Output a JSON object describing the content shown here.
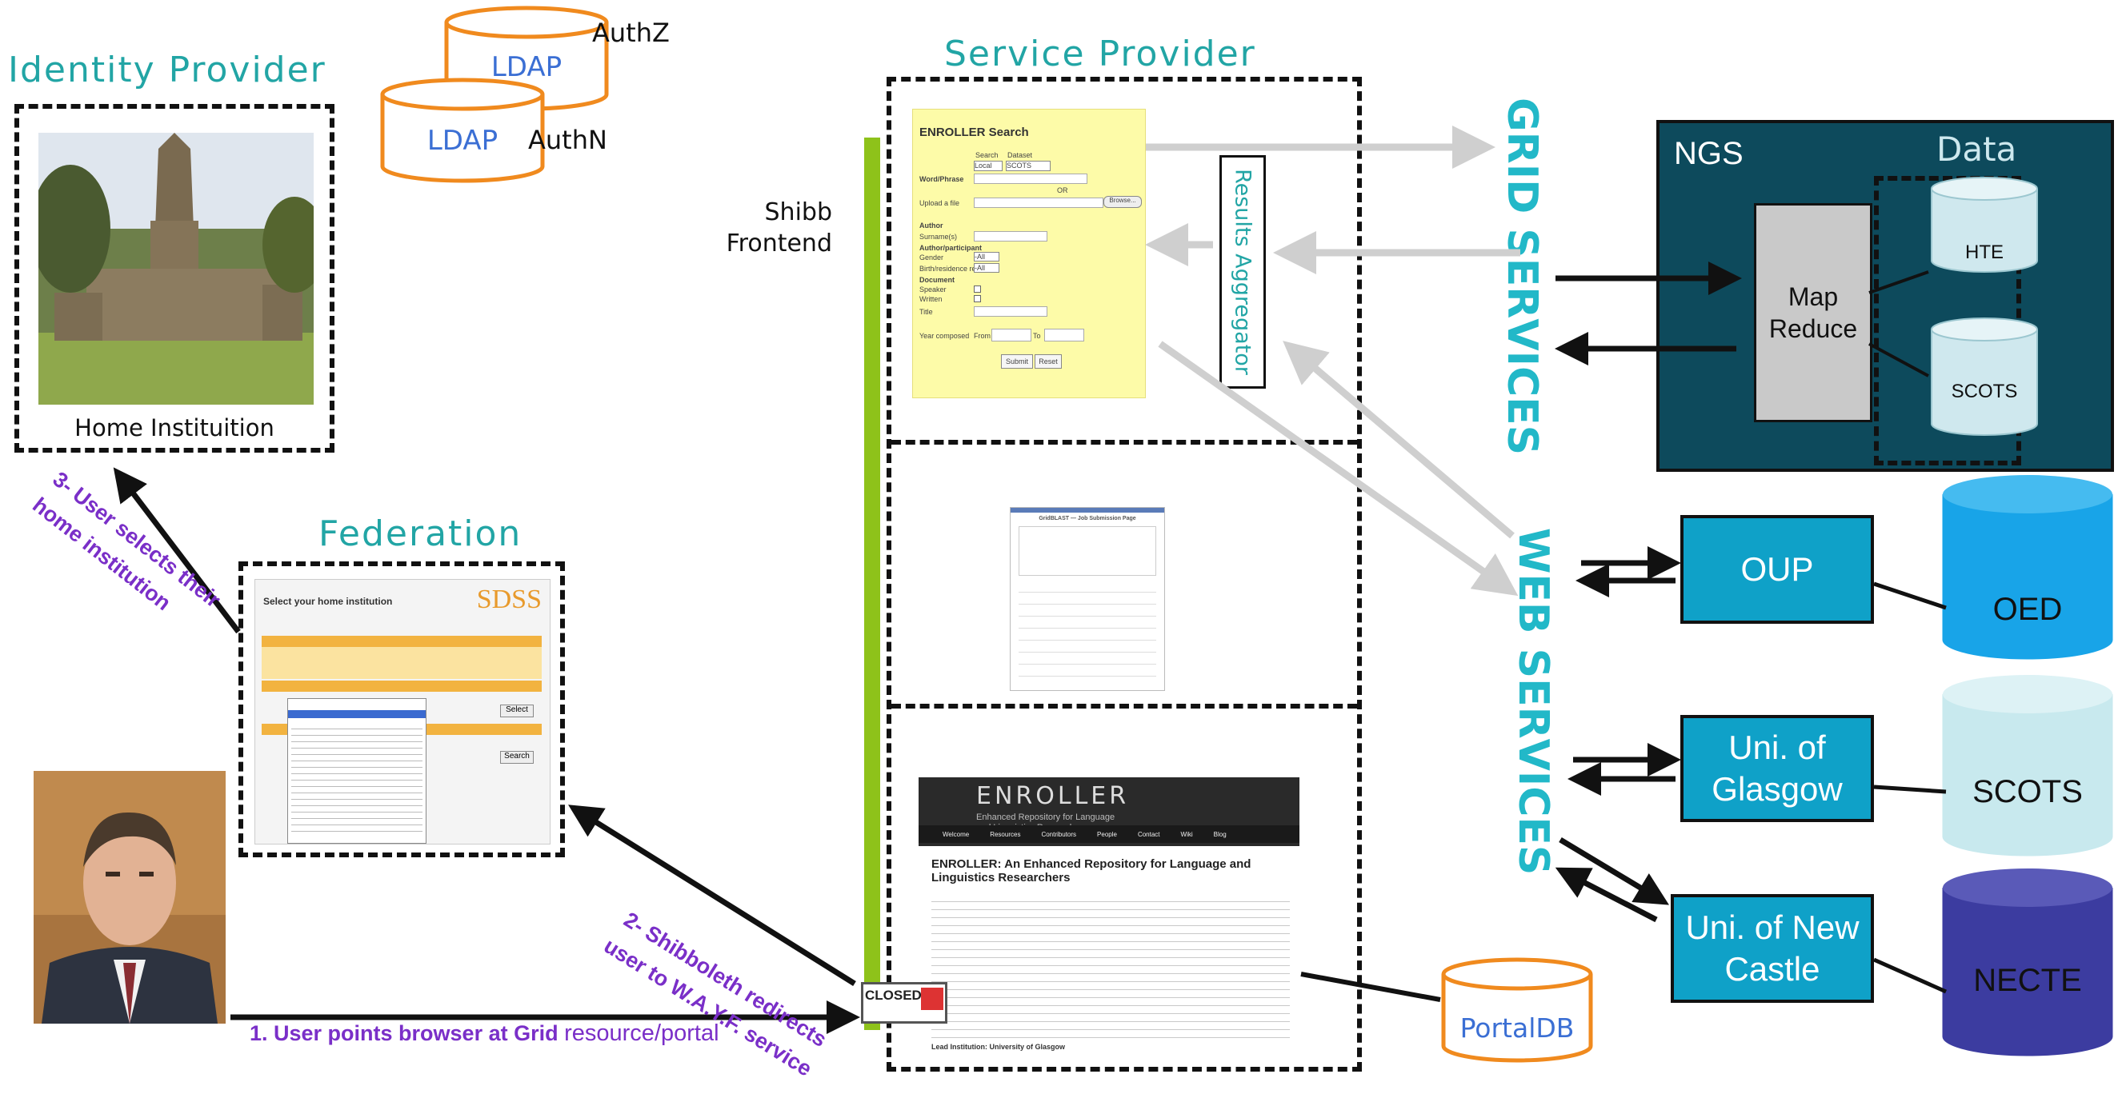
{
  "identity_provider": {
    "title": "Identity Provider",
    "caption": "Home Instituition"
  },
  "ldap": {
    "authz_db": "LDAP",
    "authz_label": "AuthZ",
    "authn_db": "LDAP",
    "authn_label": "AuthN"
  },
  "federation": {
    "title": "Federation",
    "screenshot": {
      "heading": "Select your home institution",
      "logo": "SDSS",
      "select_btn": "Select",
      "search_btn": "Search"
    }
  },
  "service_provider": {
    "title": "Service Provider",
    "shibb_label": "Shibb\nFrontend",
    "results_aggregator": "Results Aggregator"
  },
  "enroller_search": {
    "title": "ENROLLER Search",
    "fields": [
      "Word/Phrase",
      "Upload a file",
      "Author",
      "Surname(s)",
      "Author/participant",
      "Gender",
      "Birth/residence region",
      "Document",
      "Speaker",
      "Written",
      "Title",
      "Year composed"
    ],
    "search_label": "Search",
    "dataset_label": "Dataset",
    "search_val": "Local",
    "dataset_val": "SCOTS",
    "or": "OR",
    "browse": "Browse...",
    "gender_val": "-All",
    "region_val": "-All",
    "from": "From",
    "to": "To",
    "submit": "Submit",
    "reset": "Reset"
  },
  "gridblast": {
    "title": "GridBLAST — Job Submission Page"
  },
  "enroller_portal": {
    "banner": "ENROLLER",
    "banner_sub": "Enhanced Repository for Language\nand Linguistics Researchers",
    "nav": [
      "Welcome",
      "Resources",
      "Contributors",
      "People",
      "Contact",
      "Wiki",
      "Blog"
    ],
    "heading": "ENROLLER: An Enhanced Repository for Language and Linguistics Researchers",
    "lead": "Lead Institution: University of Glasgow"
  },
  "closed_sign": "CLOSED",
  "portal_db": "PortalDB",
  "grid_services": "GRID SERVICES",
  "web_services": "WEB SERVICES",
  "ngs": {
    "label": "NGS",
    "data_label": "Data",
    "mapreduce": "Map\nReduce",
    "hte": "HTE",
    "scots": "SCOTS"
  },
  "providers": [
    {
      "name": "OUP",
      "db": "OED"
    },
    {
      "name": "Uni. of\nGlasgow",
      "db": "SCOTS"
    },
    {
      "name": "Uni. of New\nCastle",
      "db": "NECTE"
    }
  ],
  "steps": {
    "step1_bold": "1. User points browser at Grid",
    "step1_rest": "resource/portal",
    "step2": "2- Shibboleth redirects\nuser to W.A.Y.F. service",
    "step3": "3- User selects their\nhome institution"
  },
  "colors": {
    "teal": "#22a5a5",
    "purple": "#7a2fc8",
    "orange": "#f08a1e",
    "provider_blue": "#0fa1c8",
    "ngs_dark": "#0d4a5c",
    "lime": "#8ec21a"
  }
}
